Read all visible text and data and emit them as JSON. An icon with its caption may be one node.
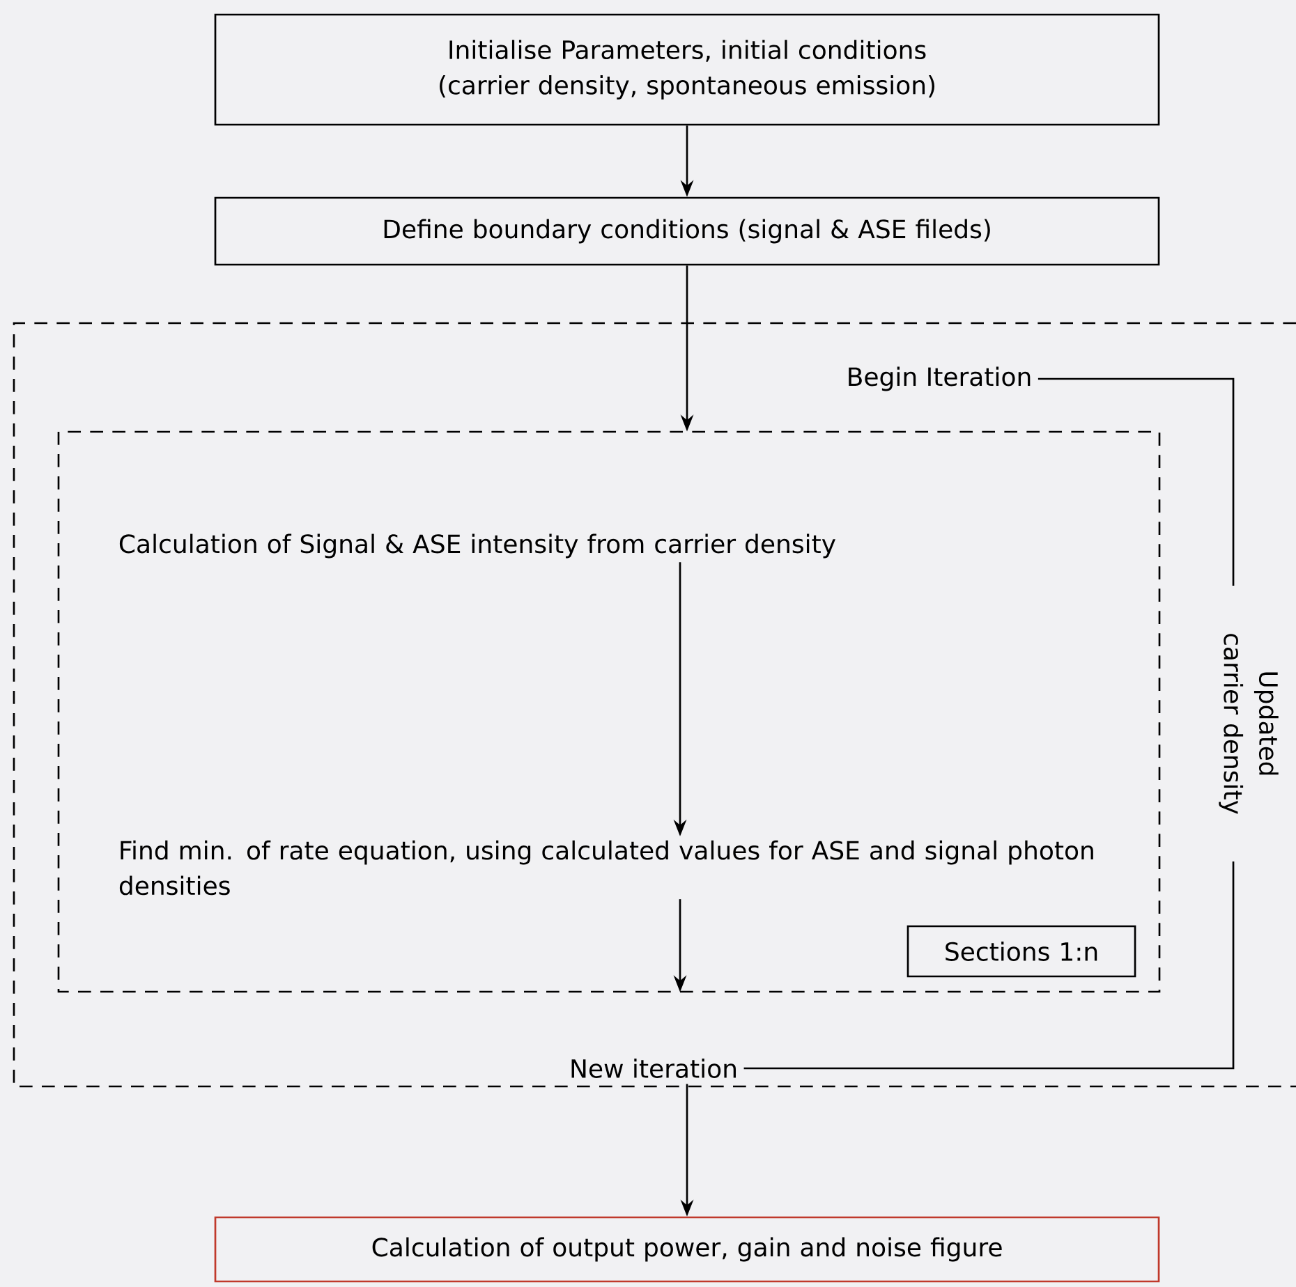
{
  "diagram": {
    "nodes": [
      {
        "text": [
          "Initialise Parameters, initial conditions (carrier density, spontaneous emission)"
        ]
      },
      {
        "text": [
          "Define boundary conditions (signal & ASE fileds)"
        ]
      },
      {
        "text": [],
        "shape": "box"
      },
      {
        "text": [],
        "shape": "box",
        "in": 2
      },
      {
        "text": [
          "Calculation of Signal & ASE intensity from carrier density"
        ],
        "in": 3
      },
      {
        "text": [
          "Find min. of rate equation, using calculated values for ASE and signal photon densities"
        ],
        "in": 3
      },
      {
        "text": [
          "Sections 1:n"
        ],
        "in": 3
      },
      {
        "text": [
          "Begin Iteration"
        ],
        "in": 2
      },
      {
        "text": [
          "New iteration"
        ],
        "in": 2
      },
      {
        "text": [
          "Calculation of output power, gain and noise figure"
        ]
      }
    ],
    "edges": [
      {
        "from": 0,
        "to": 1,
        "arrow": "to"
      },
      {
        "from": 1,
        "to": 3,
        "arrow": "to"
      },
      {
        "from": 4,
        "to": 5,
        "arrow": "to"
      },
      {
        "from": 5,
        "to": 3,
        "arrow": "to"
      },
      {
        "from": 8,
        "to": 7,
        "arrow": "none",
        "label": "Updated carrier density"
      },
      {
        "from": 8,
        "to": 9,
        "arrow": "to"
      }
    ]
  }
}
